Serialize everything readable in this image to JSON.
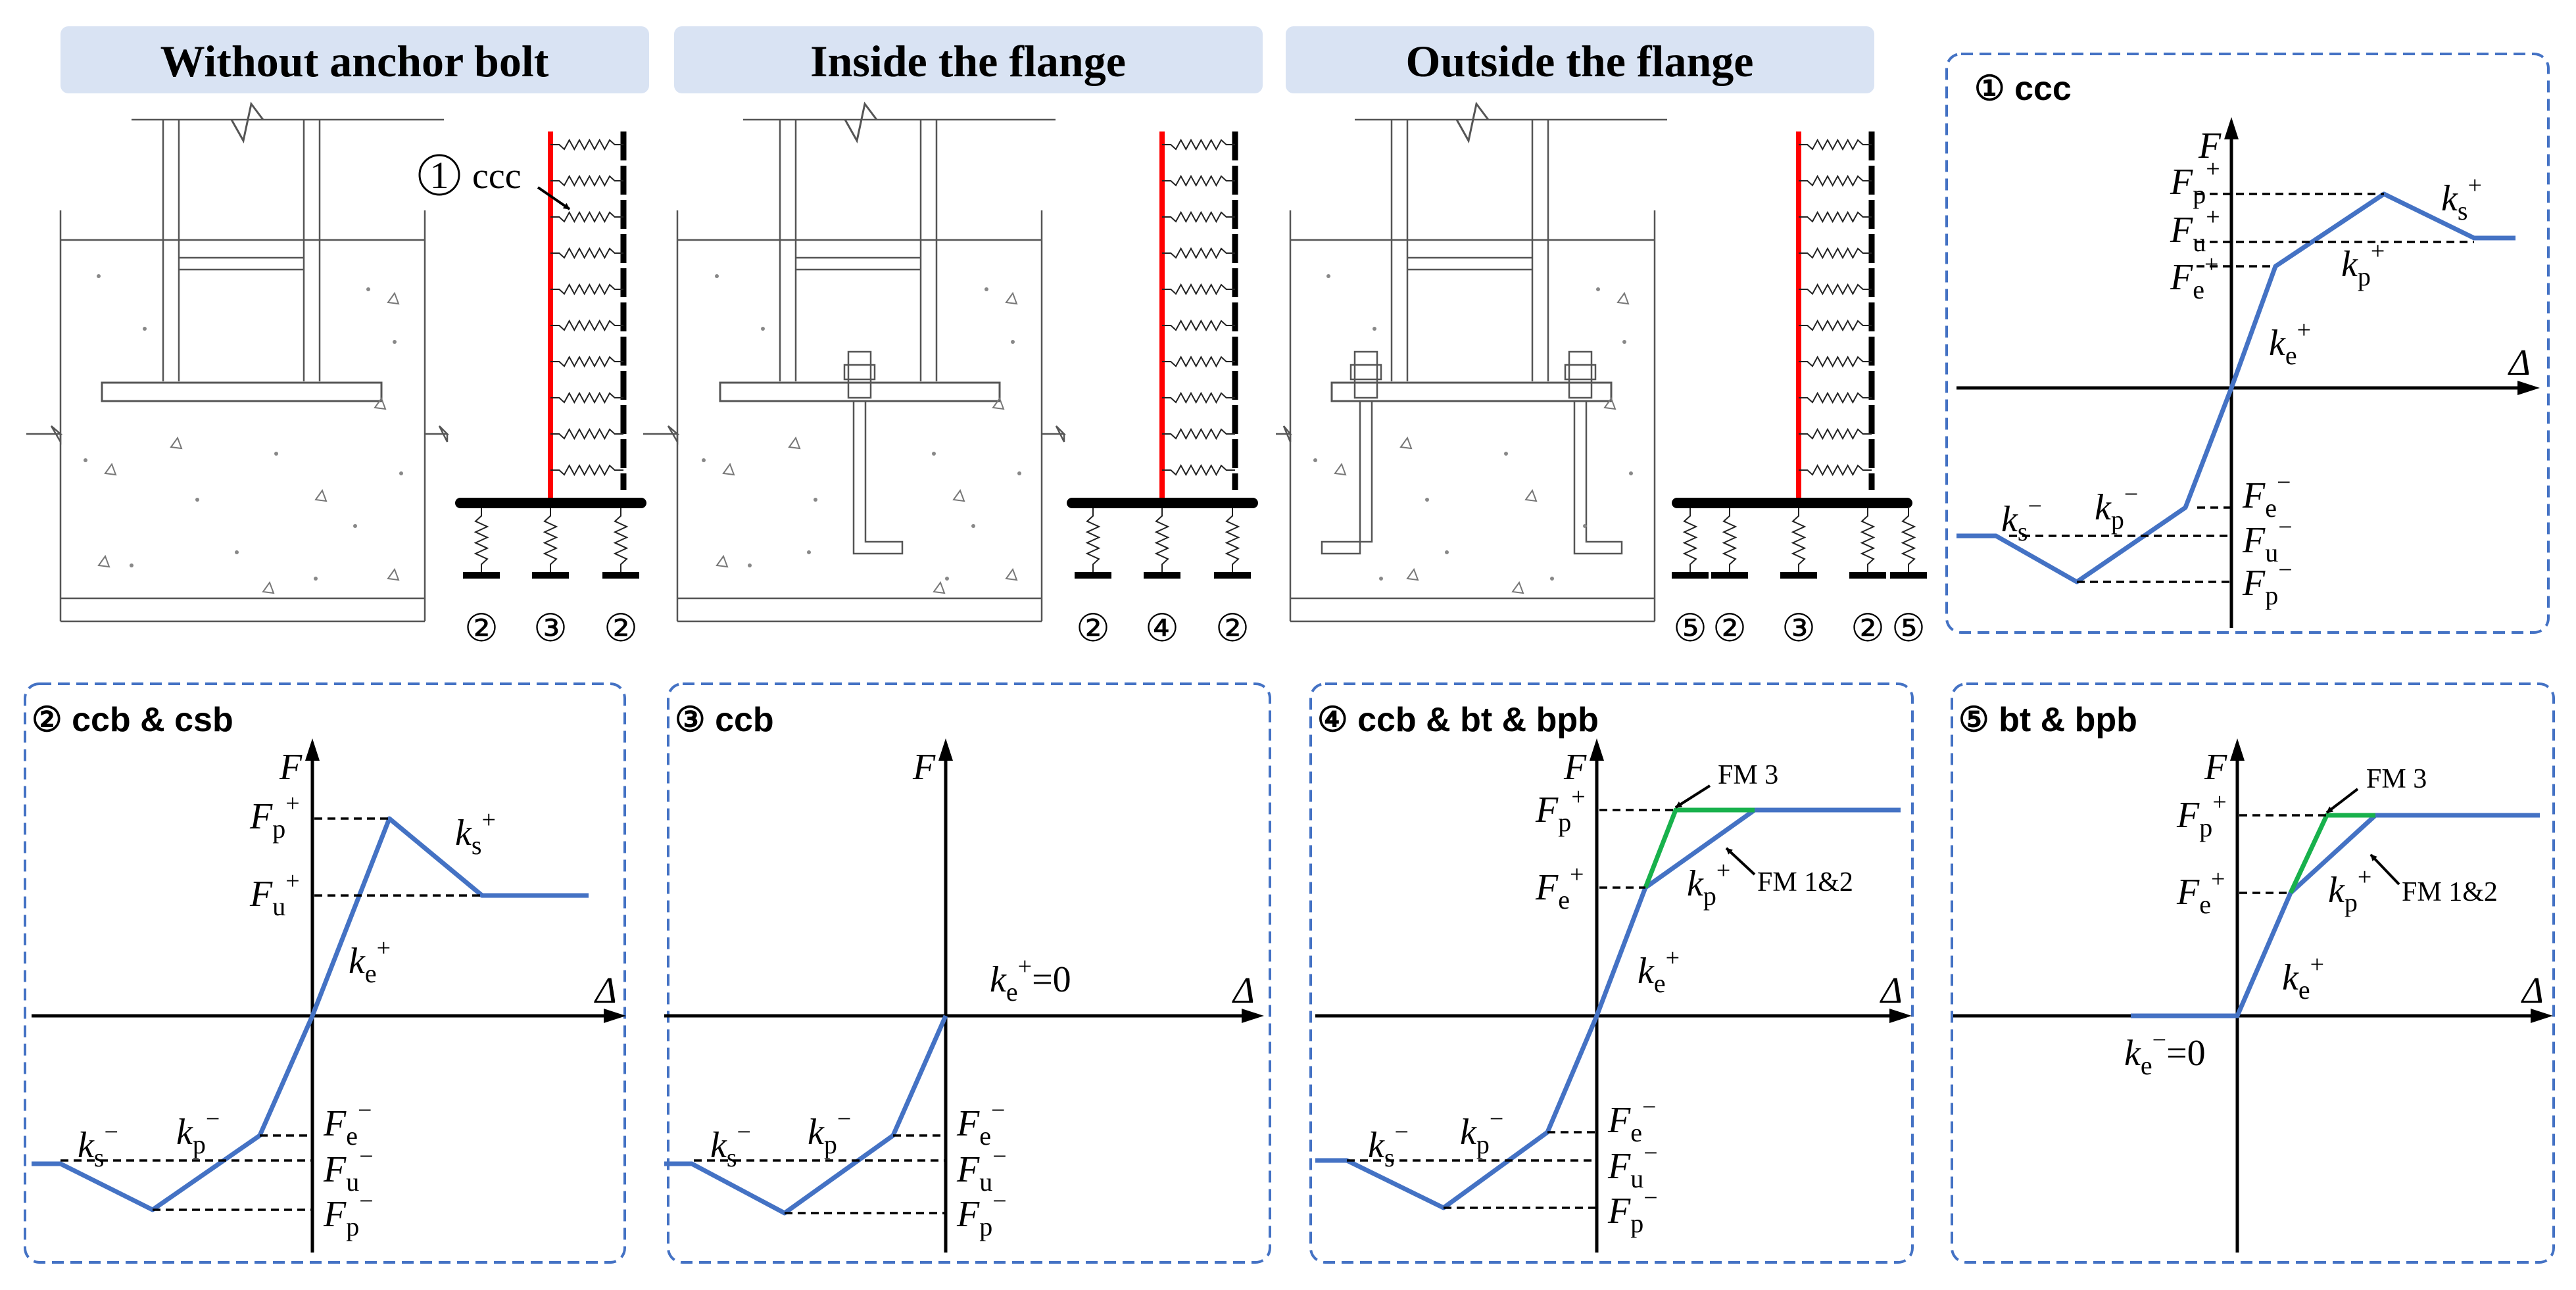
{
  "headers": [
    "Without anchor bolt",
    "Inside the flange",
    "Outside the flange"
  ],
  "spring_callout": {
    "number": "①",
    "text": "ccc"
  },
  "spring_numbers": {
    "without": [
      "②",
      "③",
      "②"
    ],
    "inside": [
      "②",
      "④",
      "②"
    ],
    "outside": [
      "⑤",
      "②",
      "③",
      "②",
      "⑤"
    ]
  },
  "panels": [
    {
      "id": "ccc",
      "title": "① ccc"
    },
    {
      "id": "ccb_csb",
      "title": "② ccb & csb"
    },
    {
      "id": "ccb",
      "title": "③ ccb"
    },
    {
      "id": "ccb_bt_bpb",
      "title": "④ ccb & bt & bpb"
    },
    {
      "id": "bt_bpb",
      "title": "⑤ bt & bpb"
    }
  ],
  "axis": {
    "force": "F",
    "disp": "Δ"
  },
  "symbols": {
    "Fp": "F",
    "Fp_sub": "p",
    "Fu": "F",
    "Fu_sub": "u",
    "Fe": "F",
    "Fe_sub": "e",
    "ke": "k",
    "ke_sub": "e",
    "kp": "k",
    "kp_sub": "p",
    "ks": "k",
    "ks_sub": "s",
    "plus": "+",
    "minus": "−",
    "ke_zero_pos": "=0",
    "ke_zero_neg": "=0"
  },
  "fm_labels": {
    "fm3": "FM 3",
    "fm12": "FM 1&2"
  },
  "colors": {
    "header_bg": "#d9e3f3",
    "panel_border": "#4472c4",
    "curve_blue": "#4472c4",
    "curve_green": "#18b14c",
    "column_red": "#ff0000",
    "line": "#000000",
    "concrete_line": "#555555"
  }
}
